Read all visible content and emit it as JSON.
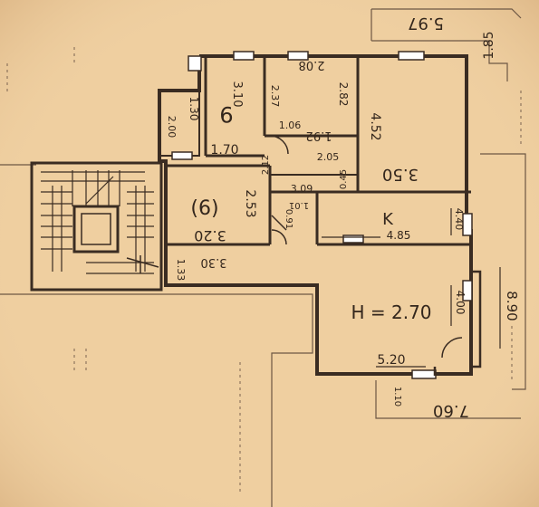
{
  "colors": {
    "paper": "#efcfa0",
    "paper_light": "#f4d9ae",
    "ink": "#3a2c22",
    "ink_light": "#6d5744",
    "window": "#ffffff"
  },
  "labels": {
    "top_right_upside": "5.97",
    "top_right_side": "1.85",
    "small_top": "2.08",
    "room9_upside": "3.10",
    "room9_num_upside": "9",
    "dim_237": "2.37",
    "dim_282": "2.82",
    "dim_106": "1.06",
    "dim_192": "1.92",
    "dim_452": "4.52",
    "dim_130": "1.30",
    "dim_200": "2.00",
    "dim_170": "1.70",
    "dim_205": "2.05",
    "room_350": "3.50",
    "dim_212": "2.12",
    "dim_045": "0.45",
    "room6_num": "(6)",
    "room6_area": "3.20",
    "dim_253": "2.53",
    "dim_309": "3.09",
    "dim_101": "1.01",
    "dim_091": "0.91",
    "kitchen": "K",
    "dim_485": "4.85",
    "dim_440": "4.40",
    "dim_330": "3.30",
    "dim_133": "1.33",
    "height_note": "H = 2.70",
    "dim_400": "4.00",
    "dim_890": "8.90",
    "dim_520": "5.20",
    "dim_110": "1.10",
    "dim_760": "7.60"
  }
}
